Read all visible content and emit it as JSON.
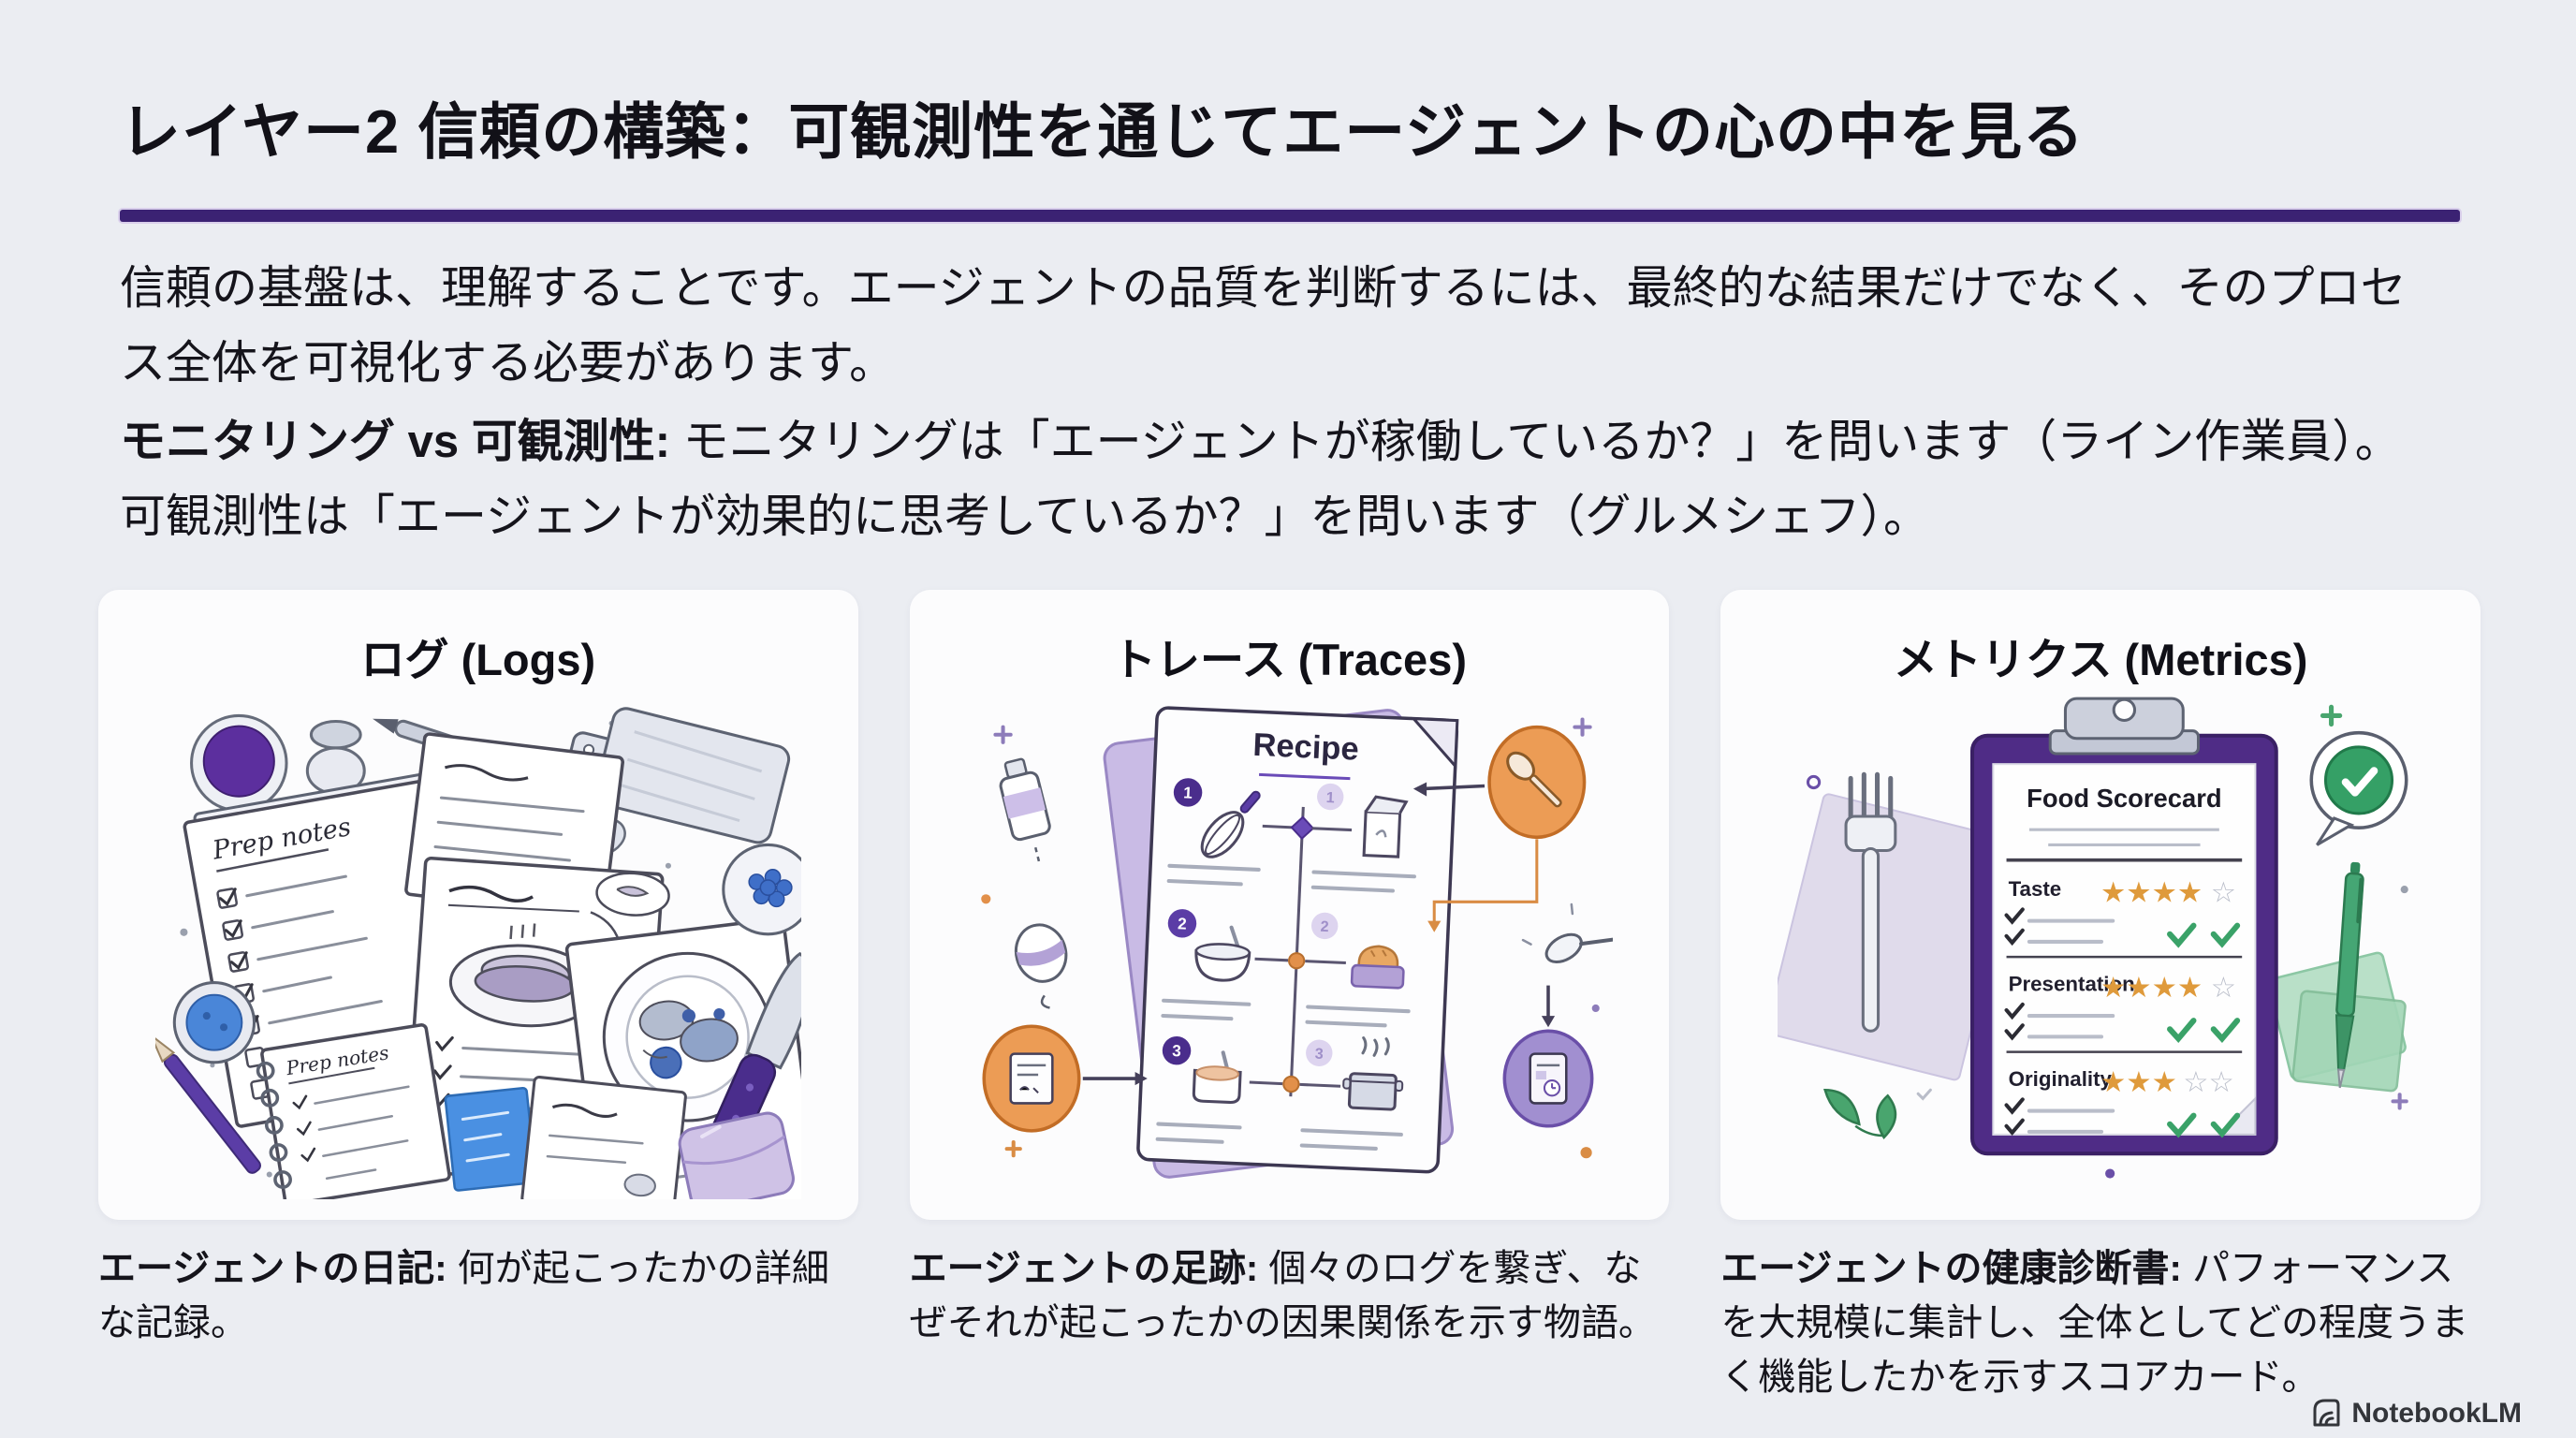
{
  "header": {
    "title": "レイヤー2 信頼の構築：可観測性を通じてエージェントの心の中を見る"
  },
  "intro": {
    "text": "信頼の基盤は、理解することです。エージェントの品質を判断するには、最終的な結果だけでなく、そのプロセス全体を可視化する必要があります。"
  },
  "comparison": {
    "lead": "モニタリング vs 可観測性:",
    "rest": " モニタリングは「エージェントが稼働しているか？」を問います（ライン作業員）。可観測性は「エージェントが効果的に思考しているか？」を問います（グルメシェフ）。"
  },
  "cards": [
    {
      "title": "ログ (Logs)",
      "caption_lead": "エージェントの日記:",
      "caption_rest": " 何が起こったかの詳細な記録。",
      "illustration": {
        "notebook_title": "Prep notes",
        "notepad_title": "Prep notes"
      }
    },
    {
      "title": "トレース (Traces)",
      "caption_lead": "エージェントの足跡:",
      "caption_rest": " 個々のログを繋ぎ、なぜそれが起こったかの因果関係を示す物語。",
      "illustration": {
        "page_title": "Recipe",
        "steps": [
          "1",
          "2",
          "3"
        ]
      }
    },
    {
      "title": "メトリクス (Metrics)",
      "caption_lead": "エージェントの健康診断書:",
      "caption_rest": " パフォーマンスを大規模に集計し、全体としてどの程度うまく機能したかを示すスコアカード。",
      "illustration": {
        "board_title": "Food Scorecard",
        "rows": [
          {
            "label": "Taste",
            "rating": 4
          },
          {
            "label": "Presentation",
            "rating": 4
          },
          {
            "label": "Originality",
            "rating": 3
          }
        ]
      }
    }
  ],
  "footer": {
    "brand": "NotebookLM"
  },
  "colors": {
    "background": "#ebedf2",
    "accent_purple": "#3b2273",
    "illustration_purple": "#5b3da6",
    "orange": "#e2904a",
    "green": "#35a066",
    "blue": "#4a86d8"
  }
}
